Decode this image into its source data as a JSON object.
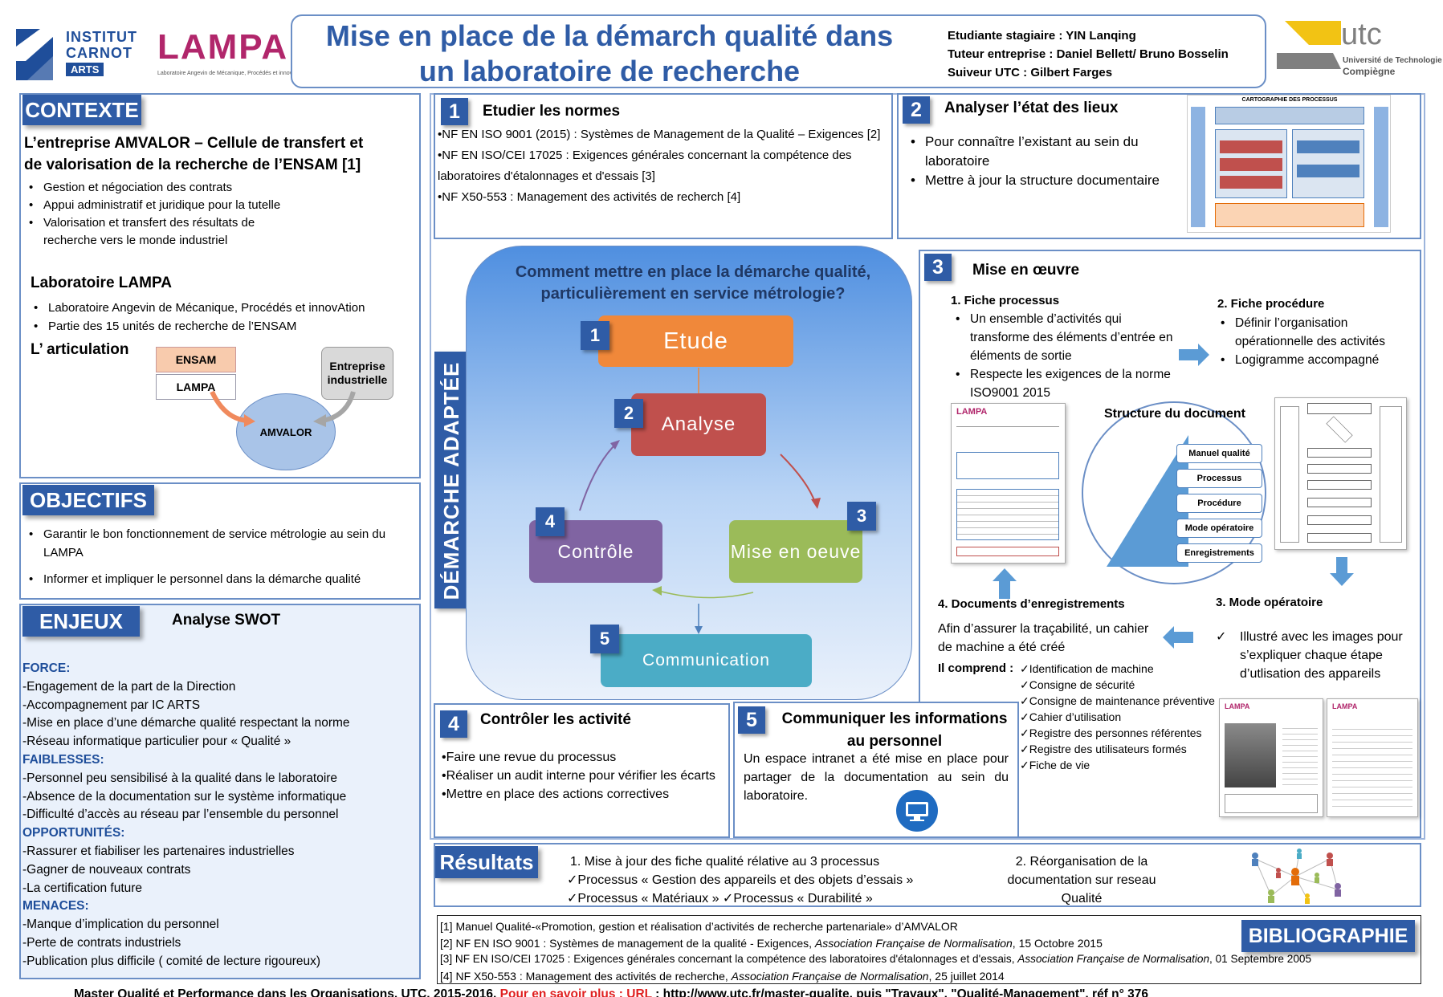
{
  "header": {
    "title_line1": "Mise en place de la démarch qualité dans",
    "title_line2": "un laboratoire de recherche",
    "info1": "Etudiante stagiaire : YIN Lanqing",
    "info2": "Tuteur entreprise : Daniel Bellett/ Bruno Bosselin",
    "info3": "Suiveur UTC : Gilbert Farges"
  },
  "logos": {
    "carnot_line1": "INSTITUT",
    "carnot_line2": "CARNOT",
    "carnot_line3": "ARTS",
    "lampa": "LAMPA",
    "lampa_sub": "Laboratoire Angevin de Mécanique, Procédés et innovAtion",
    "utc": "utc",
    "utc_sub1": "Université de Technologie",
    "utc_sub2": "Compiègne"
  },
  "contexte": {
    "title": "CONTEXTE",
    "company_line1": "L’entreprise AMVALOR – Cellule de transfert et",
    "company_line2": "de valorisation de la recherche de l’ENSAM [1]",
    "items": [
      "Gestion et négociation des contrats",
      "Appui administratif et juridique pour la tutelle",
      "Valorisation et transfert des résultats de recherche vers le monde industriel"
    ],
    "lab_title": "Laboratoire LAMPA",
    "lab_items": [
      "Laboratoire Angevin de Mécanique, Procédés et innovAtion",
      "Partie des 15 unités de recherche de l’ENSAM"
    ],
    "articulation": "L’ articulation",
    "ensam": "ENSAM",
    "lampa_box": "LAMPA",
    "entreprise": "Entreprise industrielle",
    "amvalor": "AMVALOR"
  },
  "objectifs": {
    "title": "OBJECTIFS",
    "items": [
      "Garantir le bon fonctionnement de service métrologie au sein du LAMPA",
      "Informer et impliquer le personnel dans la démarche qualité"
    ]
  },
  "enjeux": {
    "title": "ENJEUX",
    "swot": "Analyse SWOT",
    "force_label": "FORCE:",
    "force": [
      "-Engagement de la part de la Direction",
      "-Accompagnement par IC ARTS",
      "-Mise en place d’une démarche qualité respectant la norme",
      "-Réseau informatique particulier pour « Qualité »"
    ],
    "faiblesses_label": "FAIBLESSES:",
    "faiblesses": [
      "-Personnel peu sensibilisé à la qualité dans le laboratoire",
      "-Absence de la documentation sur le système informatique",
      "-Difficulté d’accès au réseau par l’ensemble du personnel"
    ],
    "opportunites_label": "OPPORTUNITÉS:",
    "opportunites": [
      "-Rassurer et fiabiliser les partenaires industrielles",
      "-Gagner de nouveaux contrats",
      "-La certification future"
    ],
    "menaces_label": "MENACES:",
    "menaces": [
      "-Manque d’implication du personnel",
      "-Perte de contrats industriels",
      "-Publication plus difficile ( comité de lecture rigoureux)"
    ]
  },
  "etape1": {
    "num": "1",
    "title": "Etudier les normes",
    "items": [
      "NF EN ISO 9001 (2015) : Systèmes de Management de la Qualité – Exigences [2]",
      "NF EN ISO/CEI 17025 : Exigences générales concernant la compétence des laboratoires d'étalonnages et d'essais [3]",
      "NF X50-553 : Management des activités de recherch [4]"
    ]
  },
  "etape2": {
    "num": "2",
    "title": "Analyser l’état des lieux",
    "items": [
      "Pour connaître l’existant au sein du laboratoire",
      "Mettre à jour la structure documentaire"
    ],
    "carto_title": "CARTOGRAPHIE DES PROCESSUS"
  },
  "demarche": {
    "side_label": "DÉMARCHE ADAPTÉE",
    "question": "Comment mettre en place la démarche qualité, particulièrement en service métrologie?",
    "steps": [
      {
        "num": "1",
        "label": "Etude"
      },
      {
        "num": "2",
        "label": "Analyse"
      },
      {
        "num": "3",
        "label": "Mise en oeuve"
      },
      {
        "num": "4",
        "label": "Contrôle"
      },
      {
        "num": "5",
        "label": "Communication"
      }
    ]
  },
  "etape3": {
    "num": "3",
    "title": "Mise en œuvre",
    "fiche_processus_title": "1. Fiche processus",
    "fiche_processus_items": [
      "Un ensemble d’activités qui transforme des éléments d’entrée en éléments de sortie",
      "Respecte les exigences de la norme ISO9001 2015"
    ],
    "fiche_procedure_title": "2. Fiche procédure",
    "fiche_procedure_items": [
      "Définir l’organisation opérationnelle des activités",
      "Logigramme accompagné"
    ],
    "structure_title": "Structure du document",
    "pyramid": [
      "Manuel qualité",
      "Processus",
      "Procédure",
      "Mode opératoire",
      "Enregistrements"
    ],
    "mode_title": "3. Mode opératoire",
    "mode_item": "Illustré avec les images pour s’expliquer chaque étape d’utlisation des appareils",
    "docs_title": "4. Documents d’enregistrements",
    "docs_text": "Afin d’assurer la traçabilité, un cahier de machine a été créé",
    "comprend": "Il comprend :",
    "checks": [
      "Identification de machine",
      "Consigne de sécurité",
      "Consigne de maintenance préventive",
      "Cahier d’utilisation",
      "Registre des personnes référentes",
      "Registre des utilisateurs formés",
      "Fiche de vie"
    ]
  },
  "etape4": {
    "num": "4",
    "title": "Contrôler les activité",
    "items": [
      "Faire une revue du processus",
      "Réaliser un audit interne pour vérifier les écarts",
      "Mettre en place des actions correctives"
    ]
  },
  "etape5": {
    "num": "5",
    "title_line1": "Communiquer les informations",
    "title_line2": "au personnel",
    "text": "Un espace intranet a été mise en place pour partager de la documentation au sein du laboratoire."
  },
  "resultats": {
    "title": "Résultats",
    "r1_line1": "1. Mise à jour des fiche qualité rélative au 3 processus",
    "r1_line2": "✓Processus « Gestion des appareils et des objets d’essais »",
    "r1_line3": "✓Processus « Matériaux » ✓Processus « Durabilité »",
    "r2_line1": "2. Réorganisation de la",
    "r2_line2": "documentation sur reseau",
    "r2_line3": "Qualité"
  },
  "bibliographie": {
    "title": "BIBLIOGRAPHIE",
    "refs": [
      {
        "plain": "[1] Manuel Qualité-«Promotion, gestion et réalisation d’activités de recherche partenariale» d’AMVALOR",
        "italic": "",
        "tail": ""
      },
      {
        "plain": "[2] NF EN ISO 9001 : Systèmes de management de la qualité - Exigences, ",
        "italic": "Association Française de Normalisation",
        "tail": ", 15 Octobre 2015"
      },
      {
        "plain": "[3] NF EN ISO/CEI 17025 : Exigences générales concernant la compétence des laboratoires d'étalonnages et d'essais, ",
        "italic": "Association Française de Normalisation",
        "tail": ", 01 Septembre 2005"
      },
      {
        "plain": "[4] NF X50-553 : Management des activités de recherche, ",
        "italic": "Association Française de Normalisation",
        "tail": ", 25 juillet 2014"
      }
    ]
  },
  "footer": {
    "part1": "Master Qualité et Performance dans les Organisations, UTC, 2015-2016,",
    "part2": " Pour en savoir plus : URL",
    "part3": " : ",
    "url": "http://www.utc.fr/master-qualite",
    "part4": ", puis \"Travaux\", \"Qualité-Management\", réf n° 376"
  },
  "colors": {
    "primary": "#2f5ca6",
    "etude": "#f0883a",
    "analyse": "#c0504d",
    "mise": "#9bbb59",
    "controle": "#8064a2",
    "communication": "#4bacc6",
    "swot_label": "#1f4e9a",
    "footer_red": "#e02020"
  }
}
